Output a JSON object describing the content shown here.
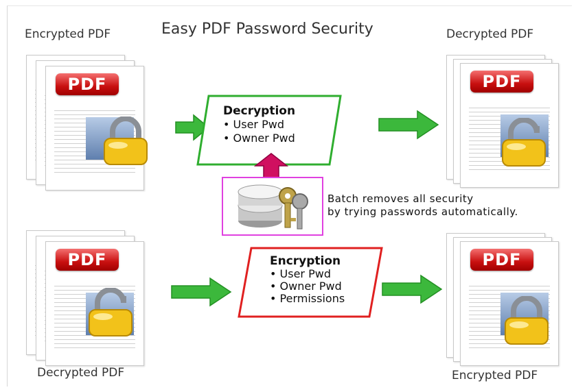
{
  "title": "Easy PDF Password Security",
  "labels": {
    "top_left": "Encrypted PDF",
    "top_right": "Decrypted PDF",
    "bottom_left": "Decrypted PDF",
    "bottom_right": "Encrypted PDF"
  },
  "pdf_badge": "PDF",
  "decryption": {
    "title": "Decryption",
    "items": [
      "User Pwd",
      "Owner Pwd"
    ]
  },
  "encryption": {
    "title": "Encryption",
    "items": [
      "User Pwd",
      "Owner Pwd",
      "Permissions"
    ]
  },
  "note": {
    "line1": "Batch removes all security",
    "line2": "by trying passwords automatically."
  },
  "colors": {
    "decryption_border": "#2fae2f",
    "encryption_border": "#e02020",
    "key_box_border": "#e040e0",
    "arrow_green": "#3cb83c",
    "arrow_up": "#d01060",
    "pdf_red": "#c81010",
    "lock_gold": "#f2c21a"
  },
  "icons": [
    "pdf-document-icon",
    "padlock-icon",
    "green-arrow-icon",
    "keys-database-icon",
    "up-arrow-icon"
  ]
}
